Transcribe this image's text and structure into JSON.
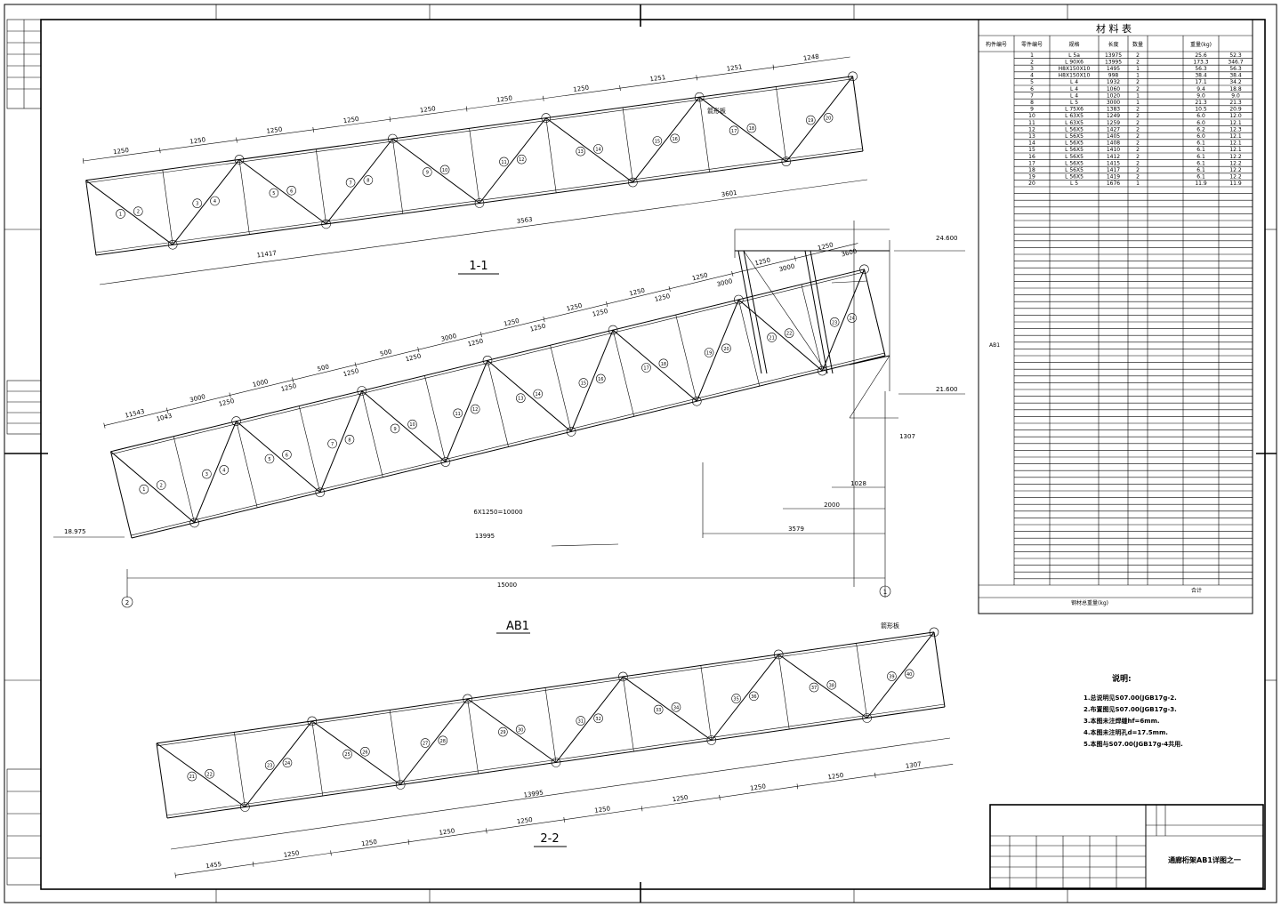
{
  "views": {
    "section_1": {
      "label": "1-1",
      "top_dims": [
        "1250",
        "1250",
        "1250",
        "1250",
        "1250",
        "1250",
        "1250",
        "1251",
        "1251",
        "1248"
      ],
      "bottom_dims": [
        "3601",
        "3563",
        "11417"
      ],
      "tag": "箭形板"
    },
    "elevation_ab1": {
      "label": "AB1",
      "dims": [
        "11543",
        "3000",
        "1000",
        "500",
        "500",
        "3000",
        "1250",
        "1250",
        "1250",
        "1250",
        "1250",
        "1250",
        "1043",
        "1250",
        "1250",
        "1250",
        "1250",
        "1250",
        "1250",
        "1250",
        "1250",
        "3000",
        "3000",
        "3600"
      ],
      "elevations": [
        "24.600",
        "21.600",
        "18.975"
      ],
      "bottom_dims": [
        "6X1250=10000",
        "13995",
        "15000",
        "3579",
        "2000",
        "1028",
        "1307"
      ],
      "axes": [
        "2",
        "1"
      ]
    },
    "section_2": {
      "label": "2-2",
      "dims": [
        "1455",
        "1250",
        "1250",
        "1250",
        "1250",
        "1250",
        "1250",
        "1250",
        "1250",
        "1307",
        "13995"
      ],
      "tag": "箭形板"
    }
  },
  "material_table": {
    "title": "材 料 表",
    "headers": [
      "构件编号",
      "零件编号",
      "规格",
      "长度",
      "数量",
      "",
      "重量(kg)",
      ""
    ],
    "member": "AB1",
    "rows": [
      [
        "1",
        "L 5a",
        "13975",
        "2",
        "",
        "25.6",
        "52.3"
      ],
      [
        "2",
        "L 90X6",
        "13995",
        "2",
        "",
        "173.3",
        "346.7"
      ],
      [
        "3",
        "H8X150X10",
        "1495",
        "1",
        "",
        "56.3",
        "56.3"
      ],
      [
        "4",
        "H8X150X10",
        "998",
        "1",
        "",
        "38.4",
        "38.4"
      ],
      [
        "5",
        "L 4",
        "1932",
        "2",
        "",
        "17.1",
        "34.2"
      ],
      [
        "6",
        "L 4",
        "1060",
        "2",
        "",
        "9.4",
        "18.8"
      ],
      [
        "7",
        "L 4",
        "1020",
        "1",
        "",
        "9.0",
        "9.0"
      ],
      [
        "8",
        "L 5",
        "3000",
        "1",
        "",
        "21.3",
        "21.3"
      ],
      [
        "9",
        "L 75X6",
        "1383",
        "2",
        "",
        "10.5",
        "20.9"
      ],
      [
        "10",
        "L 63X5",
        "1249",
        "2",
        "",
        "6.0",
        "12.0"
      ],
      [
        "11",
        "L 63X5",
        "1259",
        "2",
        "",
        "6.0",
        "12.1"
      ],
      [
        "12",
        "L 56X5",
        "1427",
        "2",
        "",
        "6.2",
        "12.3"
      ],
      [
        "13",
        "L 56X5",
        "1405",
        "2",
        "",
        "6.0",
        "12.1"
      ],
      [
        "14",
        "L 56X5",
        "1408",
        "2",
        "",
        "6.1",
        "12.1"
      ],
      [
        "15",
        "L 56X5",
        "1410",
        "2",
        "",
        "6.1",
        "12.1"
      ],
      [
        "16",
        "L 56X5",
        "1412",
        "2",
        "",
        "6.1",
        "12.2"
      ],
      [
        "17",
        "L 56X5",
        "1415",
        "2",
        "",
        "6.1",
        "12.2"
      ],
      [
        "18",
        "L 56X5",
        "1417",
        "2",
        "",
        "6.1",
        "12.2"
      ],
      [
        "19",
        "L 56X5",
        "1419",
        "2",
        "",
        "6.1",
        "12.2"
      ],
      [
        "20",
        "L 5",
        "1676",
        "1",
        "",
        "11.9",
        "11.9"
      ]
    ],
    "footer": [
      "合计",
      "钢材总重量(kg)"
    ]
  },
  "notes": {
    "heading": "说明:",
    "items": [
      "1.总说明见S07.00(JGB17g-2.",
      "2.布置图见S07.00(JGB17g-3.",
      "3.本图未注焊缝hf=6mm.",
      "4.本图未注明孔d=17.5mm.",
      "5.本图与S07.00(JGB17g-4共用."
    ]
  },
  "title_block": {
    "drawing_title": "通廊桁架AB1详图之一"
  }
}
